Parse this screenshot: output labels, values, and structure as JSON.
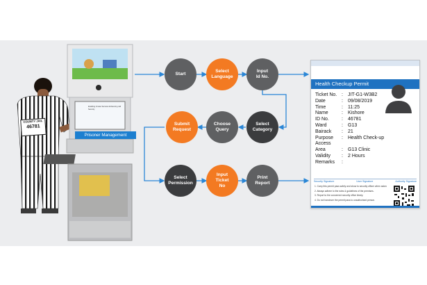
{
  "flow_steps": [
    {
      "id": "start",
      "label": "Start",
      "color": "gray"
    },
    {
      "id": "select-language",
      "label": "Select\nLanguage",
      "color": "orange"
    },
    {
      "id": "input-id",
      "label": "Input\nId No.",
      "color": "gray"
    },
    {
      "id": "select-category",
      "label": "Select\nCategory",
      "color": "dark"
    },
    {
      "id": "choose-query",
      "label": "Choose\nQuery",
      "color": "gray"
    },
    {
      "id": "submit-request",
      "label": "Submit\nRequest",
      "color": "orange"
    },
    {
      "id": "select-permission",
      "label": "Select\nPermission",
      "color": "dark"
    },
    {
      "id": "input-ticket",
      "label": "Input\nTicket\nNo",
      "color": "orange"
    },
    {
      "id": "print-report",
      "label": "Print\nReport",
      "color": "gray"
    }
  ],
  "kiosk": {
    "label": "Prisoner Management",
    "screen_text": "Enabling Inmate Services Enhancing Jail Security"
  },
  "inmate": {
    "badge_line1": "COUNTY JAIL",
    "badge_number": "46781"
  },
  "permit": {
    "title": "Health Checkup Permit",
    "fields": [
      {
        "label": "Ticket No.",
        "value": "JIT-G1-W3B2"
      },
      {
        "label": "Date",
        "value": "09/08/2019"
      },
      {
        "label": "Time",
        "value": "11:25"
      },
      {
        "label": "Name",
        "value": "Kishore"
      },
      {
        "label": "ID No.",
        "value": "46781"
      },
      {
        "label": "Ward",
        "value": "G13"
      },
      {
        "label": "Bairack",
        "value": "21"
      },
      {
        "label": "Purpose",
        "value": "Health Check-up"
      },
      {
        "label": "Access",
        "value": ""
      },
      {
        "label": "Area",
        "value": "G13 Clinic"
      },
      {
        "label": "Validity",
        "value": "2 Hours"
      },
      {
        "label": "Remarks",
        "value": ""
      }
    ],
    "signatures": [
      "Security Signature",
      "User Signature",
      "Authority Signature"
    ],
    "rules": [
      "1. Carry this permit pass safely and show to security officer when asked.",
      "2. Always adhere to the rules & guidelines of the premises.",
      "3. Report to the concerned security office timely.",
      "4. Do not handover the permit pass to unauthorised person."
    ]
  },
  "colors": {
    "orange": "#f37a22",
    "gray": "#5f6062",
    "dark": "#3b3c3e",
    "arrow_blue": "#2a86d6",
    "permit_blue": "#1f72c1"
  }
}
